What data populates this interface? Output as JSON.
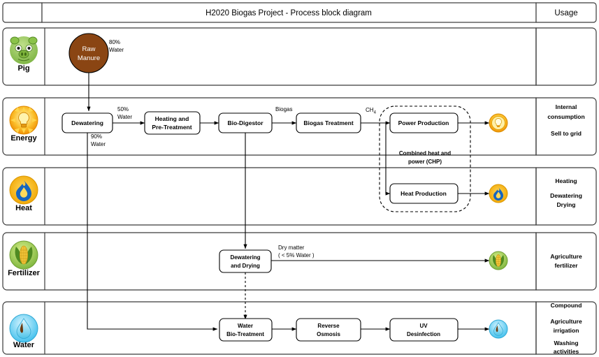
{
  "header": {
    "title": "H2020 Biogas Project - Process block diagram",
    "usage_label": "Usage"
  },
  "lanes": [
    {
      "id": "pig",
      "category": "Pig",
      "icon": "pig-icon",
      "usage": []
    },
    {
      "id": "energy",
      "category": "Energy",
      "icon": "lightbulb-icon",
      "usage": [
        "Internal consumption",
        "Sell to grid"
      ]
    },
    {
      "id": "heat",
      "category": "Heat",
      "icon": "flame-icon",
      "usage": [
        "Heating",
        "Dewatering Drying"
      ]
    },
    {
      "id": "fertilizer",
      "category": "Fertilizer",
      "icon": "corn-icon",
      "usage": [
        "Agriculture fertilizer"
      ]
    },
    {
      "id": "water",
      "category": "Water",
      "icon": "water-drop-icon",
      "usage": [
        "Compound",
        "Agriculture irrigation",
        "Washing activities"
      ]
    }
  ],
  "nodes": {
    "raw_manure": "Raw Manure",
    "dewatering": "Dewatering",
    "heating_pretreatment": "Heating and Pre-Treatment",
    "biodigestor": "Bio-Digestor",
    "biogas_treatment": "Biogas Treatment",
    "power_production": "Power Production",
    "heat_production": "Heat Production",
    "chp_group": "Combined heat and power (CHP)",
    "dewatering_drying": "Dewatering and Drying",
    "water_biotreatment": "Water Bio-Treatment",
    "reverse_osmosis": "Reverse Osmosis",
    "uv_desinfection": "UV Desinfection"
  },
  "edge_labels": {
    "manure_water": "80% Water",
    "dewatering_out_50": "50% Water",
    "dewatering_out_90": "90% Water",
    "biogas": "Biogas",
    "methane": "CH4",
    "dry_matter": "Dry matter ( < 5% Water )"
  },
  "colors": {
    "manure_fill": "#8a4513",
    "energy_icon": "#f7a823",
    "heat_icon": "#f5b51a",
    "fertilizer_icon": "#8dc63f",
    "water_icon": "#63cdf1",
    "pig_icon": "#8bc34a",
    "border": "#3a3a3a",
    "line": "#000000"
  }
}
